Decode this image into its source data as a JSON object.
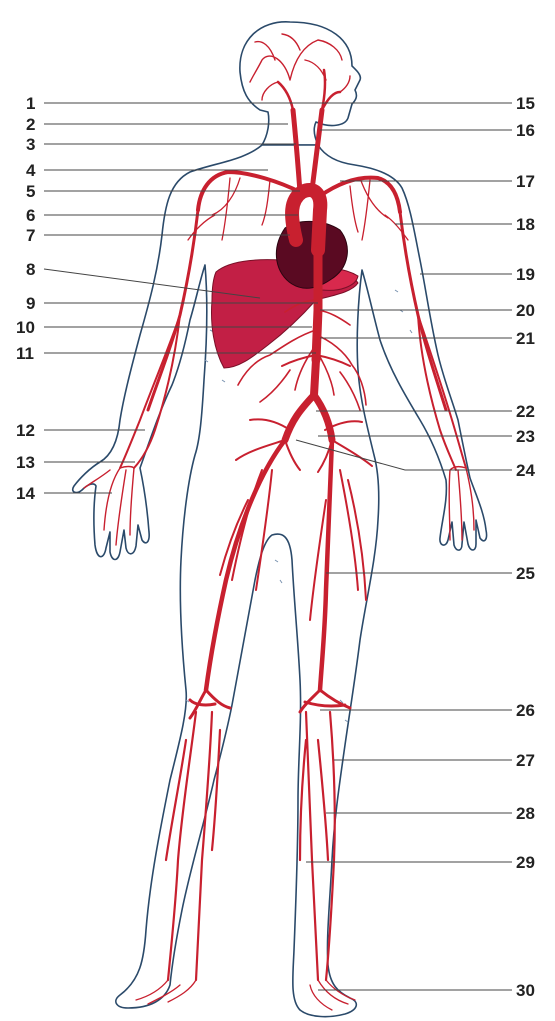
{
  "colors": {
    "artery": "#c8202f",
    "heart": "#5a0a22",
    "liver": "#c21f45",
    "aorta": "#d41e3c",
    "outline": "#2b4a6a",
    "label_text": "#222222"
  },
  "labels_left": [
    "1",
    "2",
    "3",
    "4",
    "5",
    "6",
    "7",
    "8",
    "9",
    "10",
    "11",
    "12",
    "13",
    "14"
  ],
  "labels_right": [
    "15",
    "16",
    "17",
    "18",
    "19",
    "20",
    "21",
    "22",
    "23",
    "24",
    "25",
    "26",
    "27",
    "28",
    "29",
    "30"
  ]
}
